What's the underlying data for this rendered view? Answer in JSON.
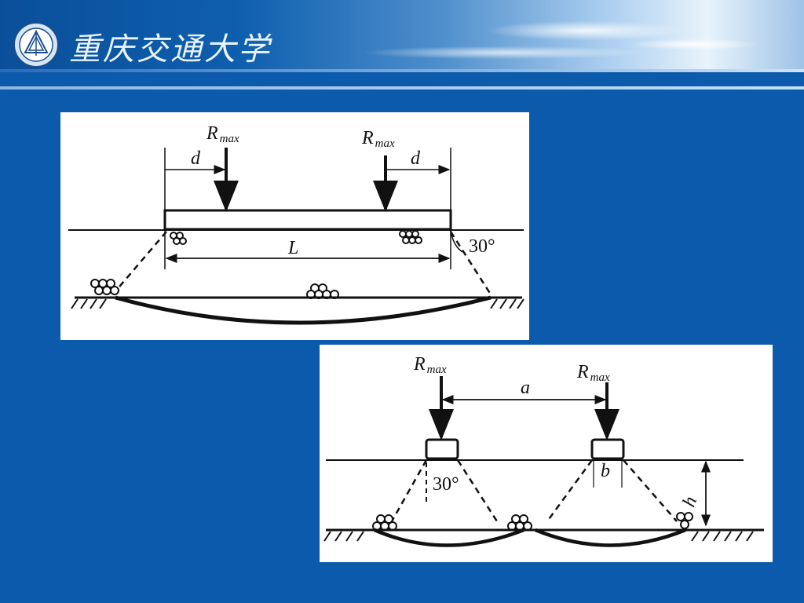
{
  "header": {
    "school_name": "重庆交通大学",
    "logo": "university-emblem-icon"
  },
  "figure_top": {
    "load_left": {
      "symbol": "R",
      "subscript": "max"
    },
    "load_right": {
      "symbol": "R",
      "subscript": "max"
    },
    "offset_left": "d",
    "offset_right": "d",
    "span": "L",
    "angle": "30°"
  },
  "figure_bottom": {
    "load_left": {
      "symbol": "R",
      "subscript": "max"
    },
    "load_right": {
      "symbol": "R",
      "subscript": "max"
    },
    "spacing": "a",
    "angle": "30°",
    "width": "b",
    "depth": "h"
  },
  "colors": {
    "background": "#0b5aab",
    "line": "#111111"
  }
}
